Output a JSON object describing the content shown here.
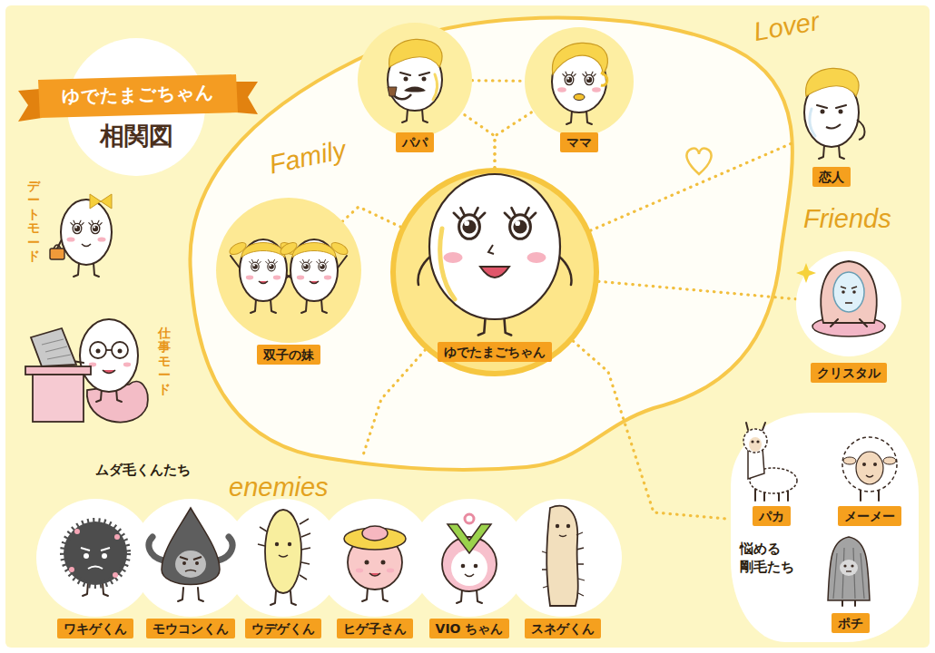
{
  "diagram": {
    "title": "ゆでたまごちゃん",
    "nodes": [
      {
        "text": [
          "パパ"
        ]
      },
      {
        "text": [
          "ママ"
        ]
      },
      {
        "text": [
          "恋人"
        ]
      },
      {
        "text": [
          "双子の妹"
        ]
      },
      {
        "text": [
          "ゆでたまごちゃん"
        ]
      },
      {
        "text": [
          "クリスタル"
        ]
      },
      {
        "text": [
          "ムダ毛くんたち"
        ]
      },
      {
        "text": [
          "ワキゲくん"
        ],
        "in": 6
      },
      {
        "text": [
          "モウコンくん"
        ],
        "in": 6
      },
      {
        "text": [
          "ウデゲくん"
        ],
        "in": 6
      },
      {
        "text": [
          "ヒゲ子さん"
        ],
        "in": 6
      },
      {
        "text": [
          "VIO ちゃん"
        ],
        "in": 6
      },
      {
        "text": [
          "スネゲくん"
        ],
        "in": 6
      },
      {
        "text": [
          "悩める 剛毛たち"
        ]
      },
      {
        "text": [
          "パカ"
        ],
        "in": 13
      },
      {
        "text": [
          "メーメー"
        ],
        "in": 13
      },
      {
        "text": [
          "ポチ"
        ],
        "in": 13
      }
    ],
    "edges": [
      {
        "from": 0,
        "to": 1,
        "arrow": "none"
      },
      {
        "from": 4,
        "to": 0,
        "arrow": "none"
      },
      {
        "from": 4,
        "to": 1,
        "arrow": "none"
      },
      {
        "from": 3,
        "to": 4,
        "arrow": "none"
      },
      {
        "from": 4,
        "to": 2,
        "arrow": "none"
      },
      {
        "from": 4,
        "to": 5,
        "arrow": "none"
      },
      {
        "from": 4,
        "to": 6,
        "arrow": "none"
      },
      {
        "from": 4,
        "to": 13,
        "arrow": "none"
      }
    ],
    "labels": [
      "相関図",
      "Family",
      "Lover",
      "Friends",
      "デートモード",
      "仕事モード",
      "enemies"
    ]
  }
}
